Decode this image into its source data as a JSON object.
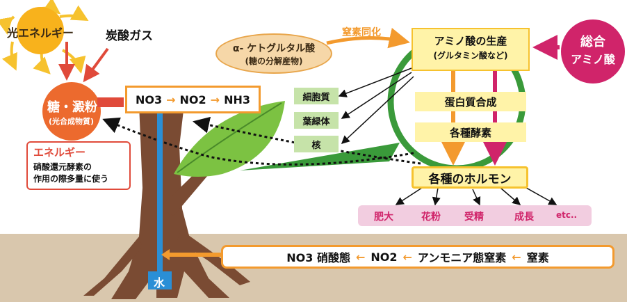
{
  "sun": {
    "label": "光エネルギー"
  },
  "co2": {
    "label": "炭酸ガス"
  },
  "sugar": {
    "title": "糖・澱粉",
    "subtitle": "(光合成物質)"
  },
  "nitrate_chain": {
    "no3": "NO3",
    "no2": "NO2",
    "nh3": "NH3",
    "arrow": "→"
  },
  "energy": {
    "title": "エネルギー",
    "line1": "硝酸還元酵素の",
    "line2": "作用の際多量に使う"
  },
  "keto_acid": {
    "line1": "α- ケトグルタル酸",
    "line2": "(糖の分解産物)"
  },
  "assimilation": {
    "label": "窒素同化"
  },
  "amino_production": {
    "line1": "アミノ酸の生産",
    "line2": "(グルタミン酸など)"
  },
  "composite_amino": {
    "line1": "総合",
    "line2": "アミノ酸"
  },
  "protein": {
    "label": "蛋白質合成"
  },
  "enzymes": {
    "label": "各種酵素"
  },
  "cell_parts": [
    "細胞質",
    "葉緑体",
    "核"
  ],
  "hormones": {
    "label": "各種のホルモン"
  },
  "effects": [
    "肥大",
    "花粉",
    "受精",
    "成長",
    "etc.."
  ],
  "soil_chain": {
    "no3": "NO3 硝酸態",
    "no2": "NO2",
    "ammonium": "アンモニア態窒素",
    "nitrogen": "窒素",
    "arrow": "←"
  },
  "water": {
    "label": "水"
  },
  "colors": {
    "orange": "#f39a2e",
    "red": "#e04a3a",
    "green": "#3a9a3a",
    "magenta": "#d0246a",
    "cream": "#fff3a8",
    "soil": "#d9c7ad"
  }
}
